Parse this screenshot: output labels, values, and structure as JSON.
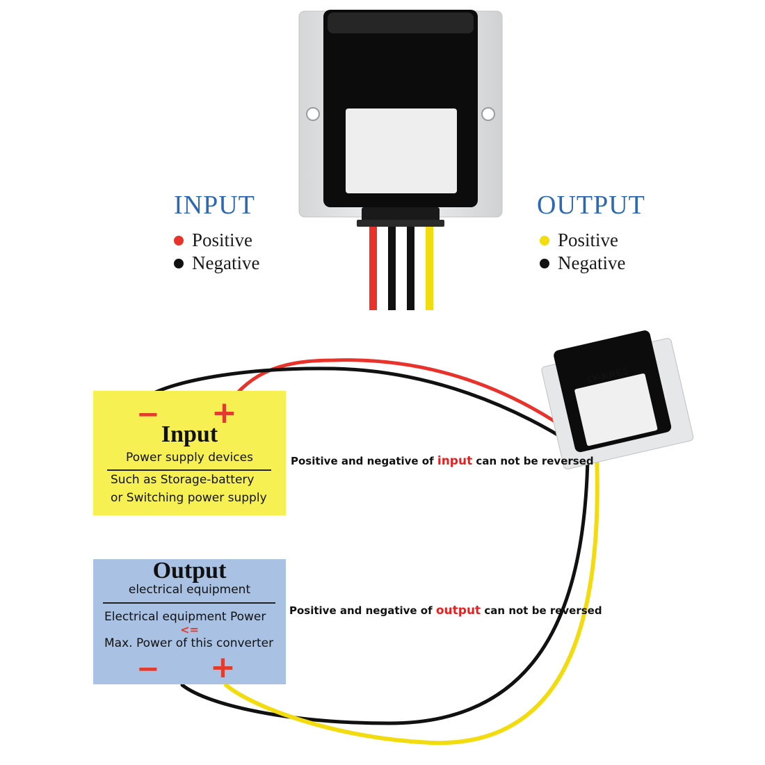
{
  "top_legend": {
    "input": {
      "heading": "INPUT",
      "items": [
        {
          "label": "Positive",
          "color": "#e8322a"
        },
        {
          "label": "Negative",
          "color": "#111111"
        }
      ]
    },
    "output": {
      "heading": "OUTPUT",
      "items": [
        {
          "label": "Positive",
          "color": "#f2dc10"
        },
        {
          "label": "Negative",
          "color": "#111111"
        }
      ]
    }
  },
  "device_brand": "LY-KREE",
  "input_panel": {
    "minus": "−",
    "plus": "+",
    "title": "Input",
    "subtitle": "Power supply devices",
    "line1": "Such as Storage-battery",
    "line2": "or Switching power supply",
    "bg_color": "#f6f053"
  },
  "output_panel": {
    "title": "Output",
    "subtitle": "electrical equipment",
    "line1": "Electrical equipment Power",
    "comparator": "<=",
    "line2": "Max. Power of this converter",
    "minus": "−",
    "plus": "+",
    "bg_color": "#a9c1e2"
  },
  "notes": {
    "input": {
      "before": "Positive and negative of ",
      "highlight": "input",
      "after": " can not be reversed"
    },
    "output": {
      "before": "Positive and negative of ",
      "highlight": "output",
      "after": " can not be reversed"
    }
  },
  "wire_colors": {
    "red": "#e8322a",
    "black": "#111111",
    "yellow": "#f2dc10"
  }
}
